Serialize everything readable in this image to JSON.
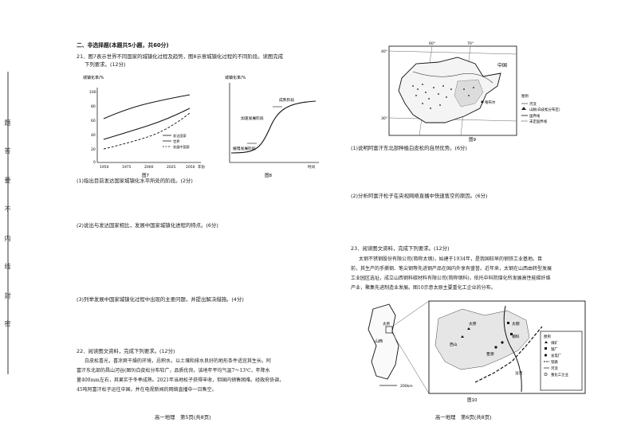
{
  "binding_side": {
    "marks": [
      "题",
      "答",
      "要",
      "不",
      "内",
      "线",
      "封",
      "密"
    ]
  },
  "left": {
    "section": "二、非选择题(本题共5小题，共60分)",
    "q21": {
      "stem_1": "21．图7表示世界不同国家的城镇化过程及趋势，图8示意城镇化过程的不同阶段。读图完成",
      "stem_2": "下列要求。(12分)",
      "fig7_ylabel": "城镇化率/%",
      "fig7_ticks_y": [
        "100",
        "80",
        "60",
        "40",
        "20",
        "0"
      ],
      "fig7_ticks_x": [
        "1950",
        "1975",
        "2000",
        "2025",
        "2050",
        "年份"
      ],
      "fig7_legend": [
        "发达国家",
        "世界",
        "发展中国家"
      ],
      "fig7_caption": "图7",
      "fig8_ylabel": "城镇化率/%",
      "fig8_stages": [
        "成熟阶段",
        "加速发展阶段",
        "缓慢发展阶段"
      ],
      "fig8_xlabel": "时间",
      "fig8_caption": "图8",
      "sub1": "(1)指出目前发达国家城镇化水平所处的阶段。(2分)",
      "sub2": "(2)说出与发达国家相比，发展中国家城镇化进程的特点。(6分)",
      "sub3": "(3)列举发展中国家城镇化过程中出现的主要问题，并提出解决措施。(4分)"
    },
    "q22": {
      "title": "22．阅读图文资料，完成下列要求。(12分)",
      "p1": "白皮松喜光，喜凉爽干燥的环境，忌积水，以土壤和排水良好的地形条件适宜其生长。阿",
      "p2": "富汗东北部的昌山河谷(图9)白皮松分布较广，品质优良。该地年平均气温7～13℃，年降水",
      "p3": "量400mm左右，其果实于冬季成熟。2021年当地松子获得丰收，但国内销售困难。经政府协调，",
      "p4": "45吨阿富汗松子运往中国，并在电视新闻的网络直播中一日售空。"
    },
    "footer": "高一地理　第5页(共8页)"
  },
  "right": {
    "fig9": {
      "lat_top": "40°",
      "lat_bottom": "30°",
      "lon_1": "60°",
      "lon_2": "70°",
      "china": "中国",
      "kabul": "喀布尔",
      "legend_title": "图例",
      "legend": [
        "河流",
        "山脉(白皮松分布区)",
        "国界线",
        "未定国界线"
      ],
      "caption": "图9"
    },
    "q22_sub1": "(1)说明阿富汗东北部种植白皮松的自然优势。(6分)",
    "q22_sub2": "(2)分析阿富汗松子在央视网络直播中快速售空的原因。(6分)",
    "q23": {
      "title": "23．阅读图文资料，完成下列要求。(12分)",
      "p1": "太钢不锈钢股份有限公司(简称太钢)，始建于1934年，是我国较早的钢铁工业基地。目",
      "p2": "前，其生产的手撕钢、笔尖钢等先进钢产品在国内外享有盛誉。近年来，太钢在山西由转型发展",
      "p3": "工业园区选址，成立山西钢科碳材料有限公司(简称钢科)，依托中科院煤化所发展高性能碳纤维",
      "p4": "产业，聚集先进制造业发展。图10示意太原主要重化工企业的分布。"
    },
    "fig10": {
      "inset_labels": [
        "太原",
        "山西"
      ],
      "scale": "200km",
      "main_labels": [
        "太原",
        "晋源",
        "太钢",
        "钢科",
        "西山",
        "汾河"
      ],
      "legend_title": "图例",
      "legend": [
        "煤矿",
        "钢厂",
        "发电厂",
        "铁路",
        "河流",
        "重化工企业"
      ],
      "caption": "图10"
    },
    "footer": "高一地理　第6页(共8页)"
  }
}
